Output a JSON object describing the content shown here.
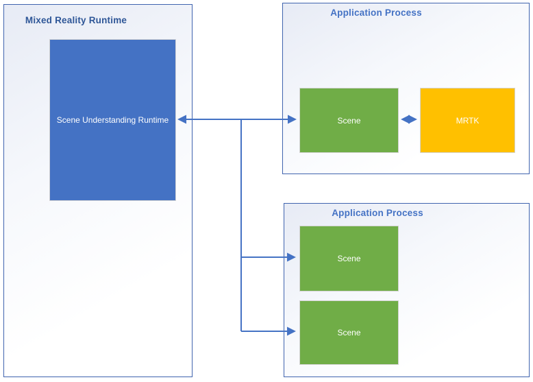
{
  "diagram": {
    "containers": [
      {
        "id": "mixed-reality-runtime",
        "title": "Mixed Reality Runtime"
      },
      {
        "id": "application-process-1",
        "title": "Application Process"
      },
      {
        "id": "application-process-2",
        "title": "Application Process"
      }
    ],
    "nodes": [
      {
        "id": "scene-understanding-runtime",
        "label": "Scene Understanding Runtime",
        "color": "#4472C4"
      },
      {
        "id": "scene-top",
        "label": "Scene",
        "color": "#70AD47"
      },
      {
        "id": "mrtk",
        "label": "MRTK",
        "color": "#FFC000"
      },
      {
        "id": "scene-middle",
        "label": "Scene",
        "color": "#70AD47"
      },
      {
        "id": "scene-bottom",
        "label": "Scene",
        "color": "#70AD47"
      }
    ],
    "connectors": [
      {
        "from": "scene-understanding-runtime",
        "to": "scene-top",
        "style": "double-arrow"
      },
      {
        "from": "scene-top",
        "to": "mrtk",
        "style": "double-arrow"
      },
      {
        "from": "scene-understanding-runtime",
        "to": "scene-middle",
        "style": "arrow"
      },
      {
        "from": "scene-understanding-runtime",
        "to": "scene-bottom",
        "style": "arrow"
      }
    ],
    "colors": {
      "connector": "#4472C4",
      "container_border": "#3F63AE",
      "container_fill_start": "#E7EBF5",
      "container_fill_end": "#FFFFFF",
      "title_left": "#2E5697",
      "title_right": "#4472C4",
      "node_border": "#D3D3D3",
      "node_text": "#FFFFFF"
    }
  }
}
